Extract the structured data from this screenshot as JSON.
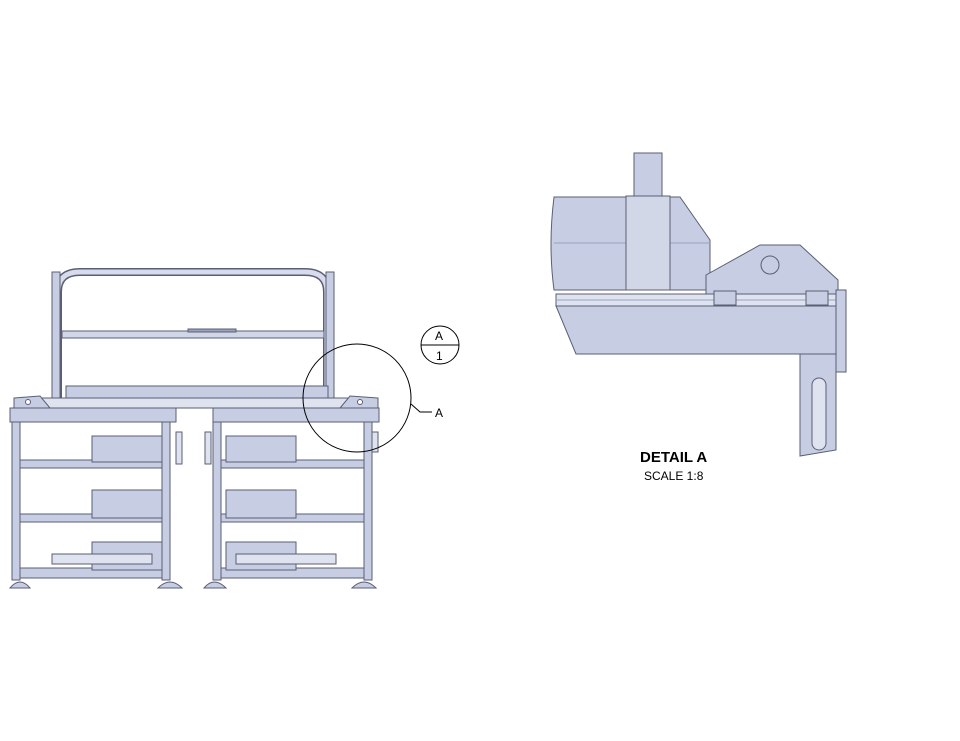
{
  "callout": {
    "letter": "A",
    "bubble_top": "A",
    "bubble_bottom": "1"
  },
  "detail": {
    "title": "DETAIL A",
    "scale": "SCALE 1:8"
  },
  "colors": {
    "body": "#c7cde3",
    "body_light": "#dfe3f0",
    "body_dark": "#9aa2bf",
    "edge": "#5a5f73",
    "background": "#ffffff"
  }
}
